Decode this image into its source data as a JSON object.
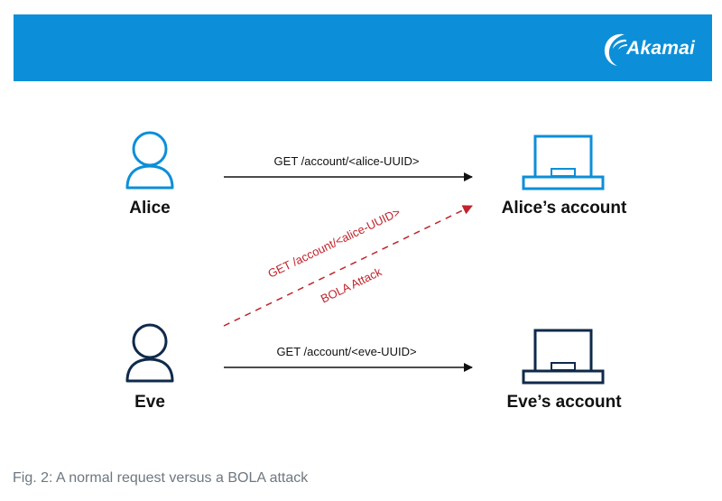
{
  "brand": {
    "name": "Akamai",
    "color": "#0c8fd8"
  },
  "actors": [
    {
      "name": "Alice",
      "icon": "person-icon",
      "color": "#0c8fd8"
    },
    {
      "name": "Eve",
      "icon": "person-icon",
      "color": "#0f2a4a"
    }
  ],
  "targets": [
    {
      "name": "Alice’s account",
      "icon": "laptop-icon",
      "color": "#0c8fd8"
    },
    {
      "name": "Eve’s account",
      "icon": "laptop-icon",
      "color": "#0f2a4a"
    }
  ],
  "requests": {
    "alice": "GET /account/<alice-UUID>",
    "eve": "GET /account/<eve-UUID>",
    "attack": "GET /account/<alice-UUID>",
    "attack_label": "BOLA Attack",
    "attack_color": "#c0232b"
  },
  "caption": "Fig. 2: A normal request versus a BOLA attack"
}
